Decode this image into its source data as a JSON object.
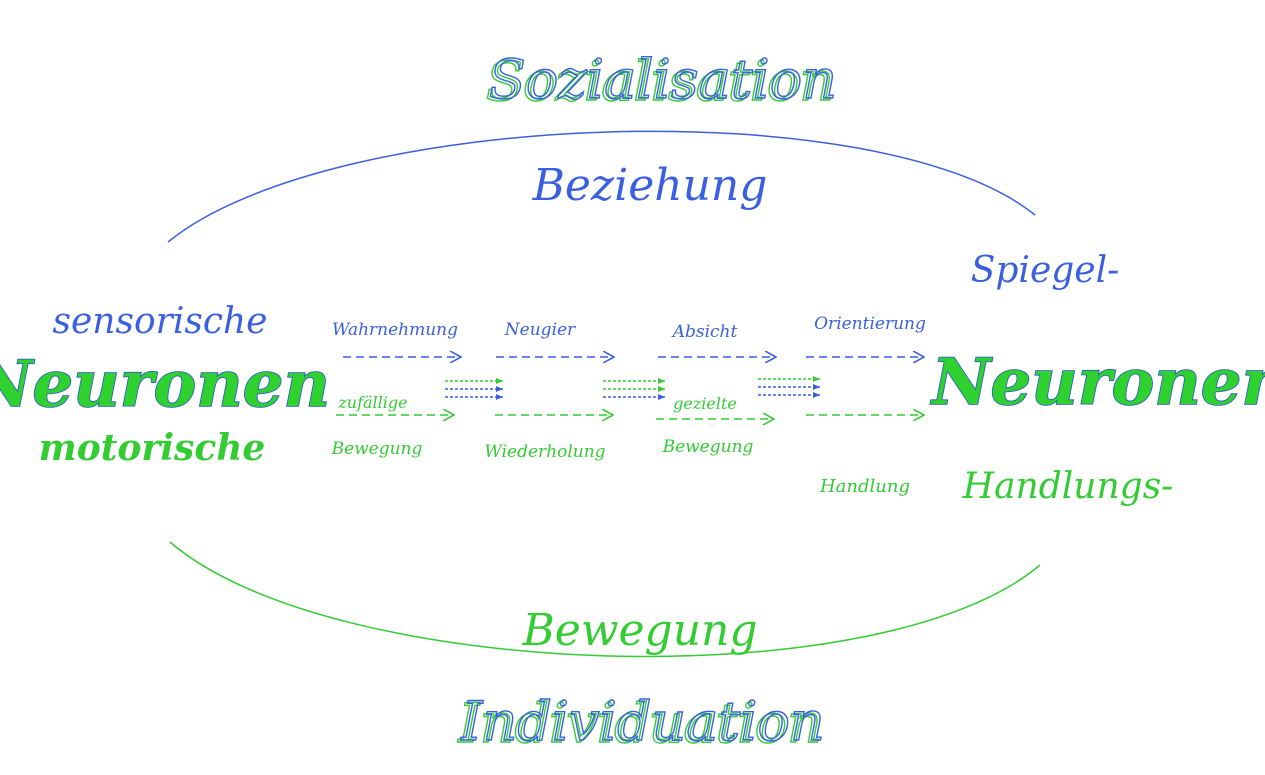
{
  "colors": {
    "blue": "#3a5fe0",
    "green": "#33cc33"
  },
  "top": {
    "title": "Sozialisation",
    "subtitle": "Beziehung"
  },
  "bottom": {
    "title": "Individuation",
    "subtitle": "Bewegung"
  },
  "left": {
    "top": "sensorische",
    "main": "Neuronen",
    "bottom": "motorische"
  },
  "right": {
    "top": "Spiegel-",
    "main": "Neuronen",
    "bottom": "Handlungs-"
  },
  "blue_row": [
    "Wahrnehmung",
    "Neugier",
    "Absicht",
    "Orientierung"
  ],
  "green_row": [
    "zufällige",
    "gezielte"
  ],
  "green_row_bottom": [
    "Bewegung",
    "Wiederholung",
    "Bewegung",
    "Handlung"
  ]
}
